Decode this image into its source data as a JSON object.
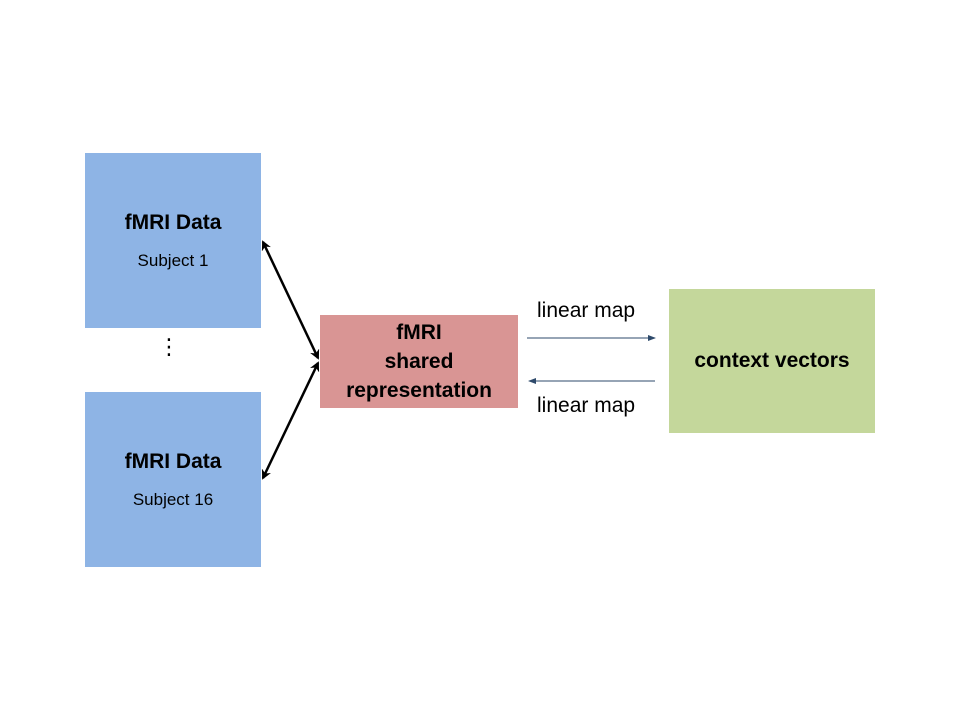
{
  "colors": {
    "subject_box": "#8eb4e5",
    "shared_box": "#d99594",
    "context_box": "#c4d79b",
    "thin_arrow": "#2e4a6b",
    "bold_arrow": "#000000"
  },
  "nodes": {
    "subject1": {
      "title": "fMRI Data",
      "subtitle": "Subject 1"
    },
    "subject16": {
      "title": "fMRI Data",
      "subtitle": "Subject 16"
    },
    "shared": {
      "lines": [
        "fMRI",
        "shared",
        "representation"
      ]
    },
    "context": {
      "label": "context vectors"
    },
    "ellipsis": "⋮"
  },
  "edges": {
    "to_context_label": "linear map",
    "from_context_label": "linear map"
  }
}
